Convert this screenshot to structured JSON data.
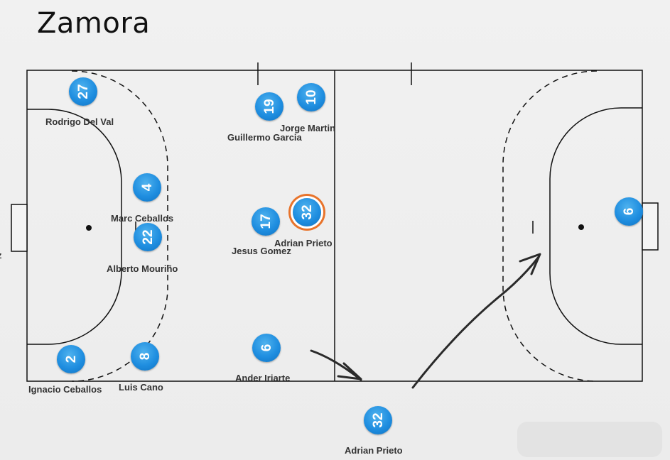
{
  "title": "Zamora",
  "edge_fragment": "z",
  "players": [
    {
      "id": "p27",
      "number": "27",
      "name": "Rodrigo Del Val"
    },
    {
      "id": "p19",
      "number": "19",
      "name": "Guillermo Garcia"
    },
    {
      "id": "p10",
      "number": "10",
      "name": "Jorge Martin"
    },
    {
      "id": "p4",
      "number": "4",
      "name": "Marc Ceballos"
    },
    {
      "id": "p22",
      "number": "22",
      "name": "Alberto Mouriño"
    },
    {
      "id": "p17",
      "number": "17",
      "name": "Jesus Gomez"
    },
    {
      "id": "p32",
      "number": "32",
      "name": "Adrian Prieto",
      "selected": true
    },
    {
      "id": "p2",
      "number": "2",
      "name": "Ignacio Ceballos"
    },
    {
      "id": "p8",
      "number": "8",
      "name": "Luis Cano"
    },
    {
      "id": "p6",
      "number": "6",
      "name": "Ander Iriarte"
    },
    {
      "id": "p32b",
      "number": "32",
      "name": "Adrian Prieto"
    },
    {
      "id": "pg6",
      "number": "6",
      "name": ""
    }
  ],
  "colors": {
    "player": "#1f8ee0",
    "selection_ring": "#e8742c",
    "court_line": "#111111"
  }
}
